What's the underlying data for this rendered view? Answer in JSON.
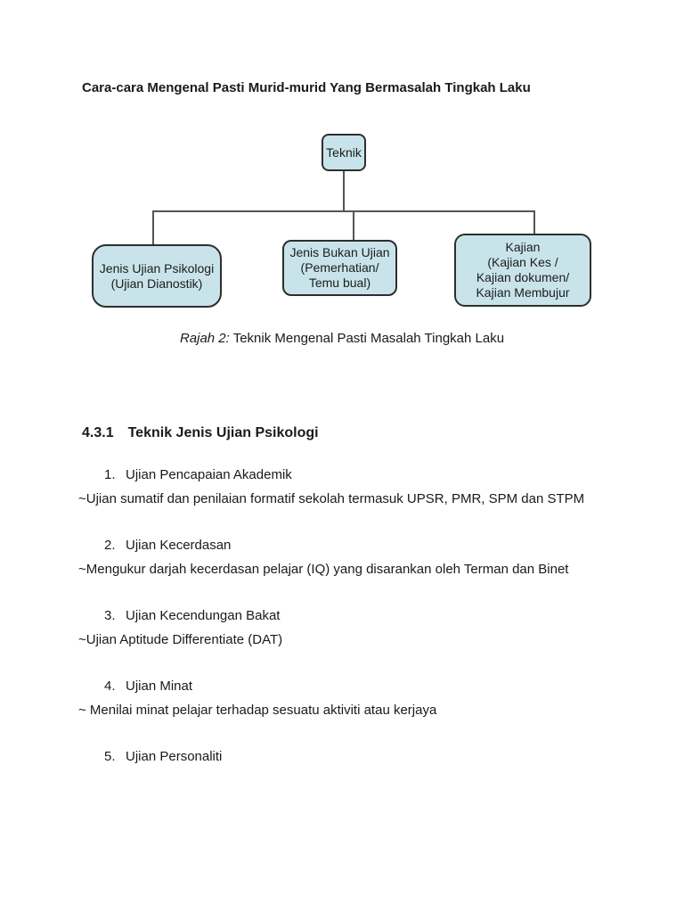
{
  "page": {
    "title": "Cara-cara Mengenal Pasti Murid-murid Yang Bermasalah Tingkah Laku",
    "caption_label": "Rajah 2:",
    "caption_text": " Teknik Mengenal Pasti Masalah Tingkah Laku",
    "section_number": "4.3.1",
    "section_title": "Teknik Jenis Ujian Psikologi"
  },
  "diagram": {
    "root_label": "Teknik",
    "children": [
      {
        "lines": [
          "Jenis Ujian Psikologi",
          "(Ujian Dianostik)"
        ]
      },
      {
        "lines": [
          "Jenis Bukan Ujian",
          "(Pemerhatian/",
          "Temu bual)"
        ]
      },
      {
        "lines": [
          "Kajian",
          "(Kajian Kes /",
          "Kajian dokumen/",
          "Kajian Membujur"
        ]
      }
    ],
    "box_fill": "#c8e4ea",
    "box_border": "#2e2e2e",
    "line_color": "#555555"
  },
  "list": {
    "items": [
      {
        "number": "1.",
        "label": "Ujian Pencapaian Akademik",
        "desc": "~Ujian sumatif dan penilaian formatif sekolah termasuk UPSR, PMR, SPM dan STPM"
      },
      {
        "number": "2.",
        "label": "Ujian Kecerdasan",
        "desc": "~Mengukur darjah kecerdasan pelajar (IQ) yang disarankan oleh Terman dan Binet"
      },
      {
        "number": "3.",
        "label": "Ujian Kecendungan Bakat",
        "desc": "~Ujian Aptitude Differentiate (DAT)"
      },
      {
        "number": "4.",
        "label": "Ujian Minat",
        "desc": "~ Menilai minat pelajar terhadap sesuatu aktiviti atau kerjaya"
      },
      {
        "number": "5.",
        "label": "Ujian Personaliti",
        "desc": ""
      }
    ]
  }
}
